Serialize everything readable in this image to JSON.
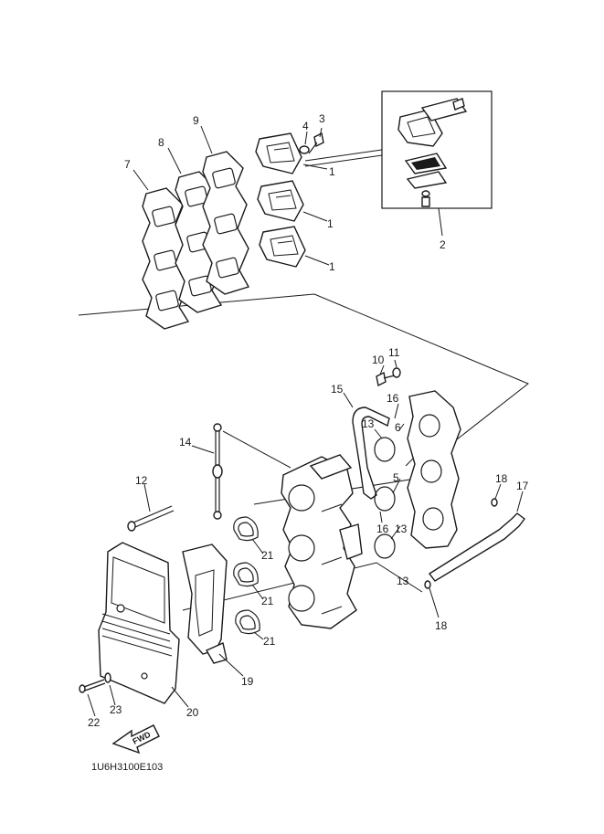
{
  "diagram_code": "1U6H3100E103",
  "forward_arrow_text": "FWD",
  "callouts": {
    "c1a": "1",
    "c1b": "1",
    "c1c": "1",
    "c2": "2",
    "c3": "3",
    "c4": "4",
    "c5": "5",
    "c6": "6",
    "c7": "7",
    "c8": "8",
    "c9": "9",
    "c10": "10",
    "c11": "11",
    "c12": "12",
    "c13a": "13",
    "c13b": "13",
    "c13c": "13",
    "c14": "14",
    "c15": "15",
    "c16a": "16",
    "c16b": "16",
    "c17": "17",
    "c18a": "18",
    "c18b": "18",
    "c19": "19",
    "c20": "20",
    "c21a": "21",
    "c21b": "21",
    "c21c": "21",
    "c22": "22",
    "c23": "23"
  }
}
